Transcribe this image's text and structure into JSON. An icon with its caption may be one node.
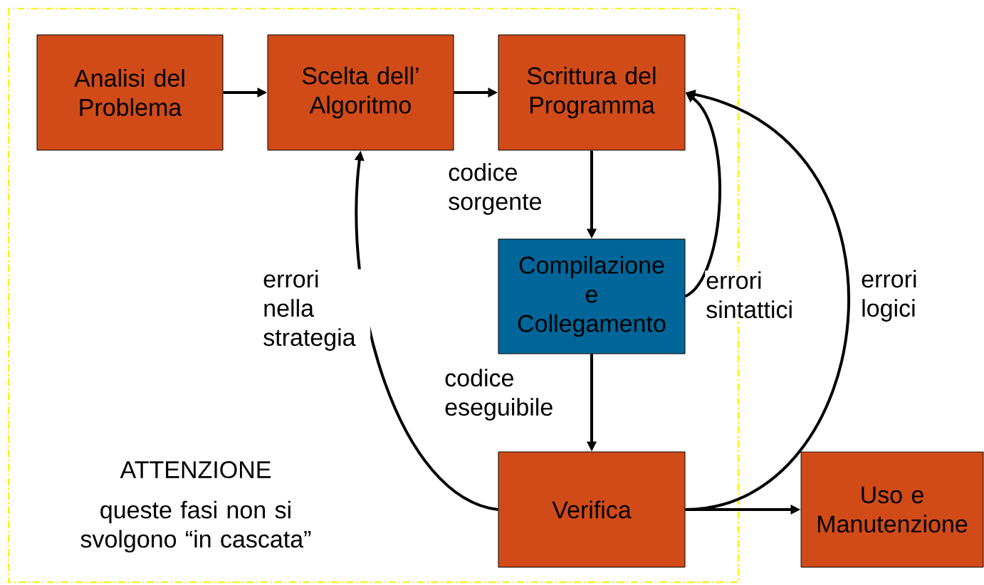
{
  "diagram": {
    "nodes": [
      {
        "text": [
          "Analisi del Problema"
        ]
      },
      {
        "text": [
          "Scelta dell’ Algoritmo"
        ]
      },
      {
        "text": [
          "Scrittura del Programma"
        ]
      },
      {
        "text": [
          "Compilazione e Collegamento"
        ]
      },
      {
        "text": [
          "Verifica"
        ]
      },
      {
        "text": [
          "Uso e Manutenzione"
        ]
      }
    ],
    "edges": [
      {
        "from": 0,
        "to": 1,
        "arrow": "to"
      },
      {
        "from": 1,
        "to": 2,
        "arrow": "to"
      },
      {
        "from": 2,
        "to": 3,
        "arrow": "to",
        "label": "codice sorgente"
      },
      {
        "from": 3,
        "to": 4,
        "arrow": "to",
        "label": "codice eseguibile"
      },
      {
        "from": 4,
        "to": 5,
        "arrow": "to"
      },
      {
        "from": 4,
        "to": 1,
        "arrow": "to",
        "label": "errori nella strategia"
      },
      {
        "from": 3,
        "to": 2,
        "arrow": "to",
        "label": "errori sintattici"
      },
      {
        "from": 4,
        "to": 2,
        "arrow": "to",
        "label": "errori logici"
      }
    ],
    "labels": [
      "ATTENZIONE",
      "queste fasi non si svolgono “in cascata”"
    ]
  }
}
